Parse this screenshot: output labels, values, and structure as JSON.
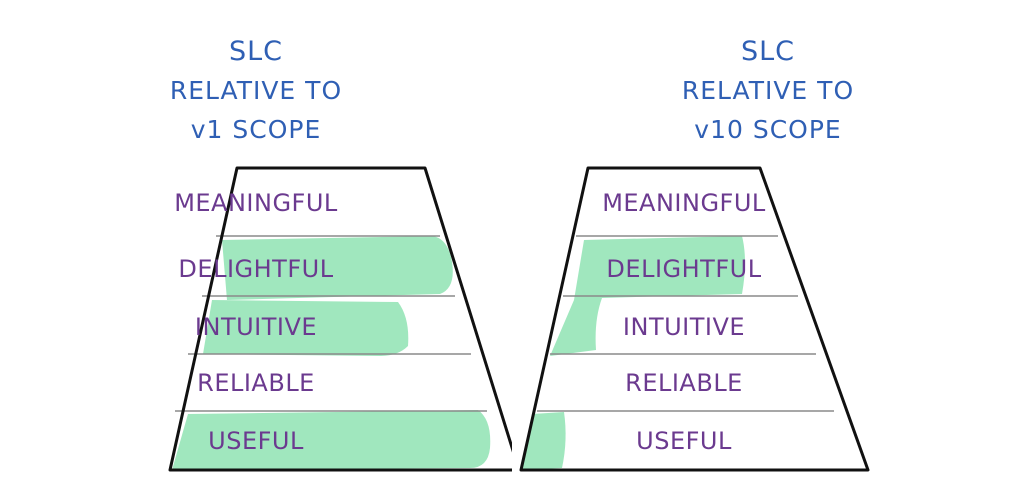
{
  "pyramids": [
    {
      "title_lines": [
        "SLC",
        "RELATIVE TO",
        "v1 SCOPE"
      ],
      "layers": [
        "MEANINGFUL",
        "DELIGHTFUL",
        "INTUITIVE",
        "RELIABLE",
        "USEFUL"
      ]
    },
    {
      "title_lines": [
        "SLC",
        "RELATIVE TO",
        "v10 SCOPE"
      ],
      "layers": [
        "MEANINGFUL",
        "DELIGHTFUL",
        "INTUITIVE",
        "RELIABLE",
        "USEFUL"
      ]
    }
  ],
  "colors": {
    "title": "#2f5fb4",
    "label": "#6b3a8f",
    "highlight": "#8fe3b3",
    "outline": "#111111",
    "divider": "#8a8a8a"
  }
}
